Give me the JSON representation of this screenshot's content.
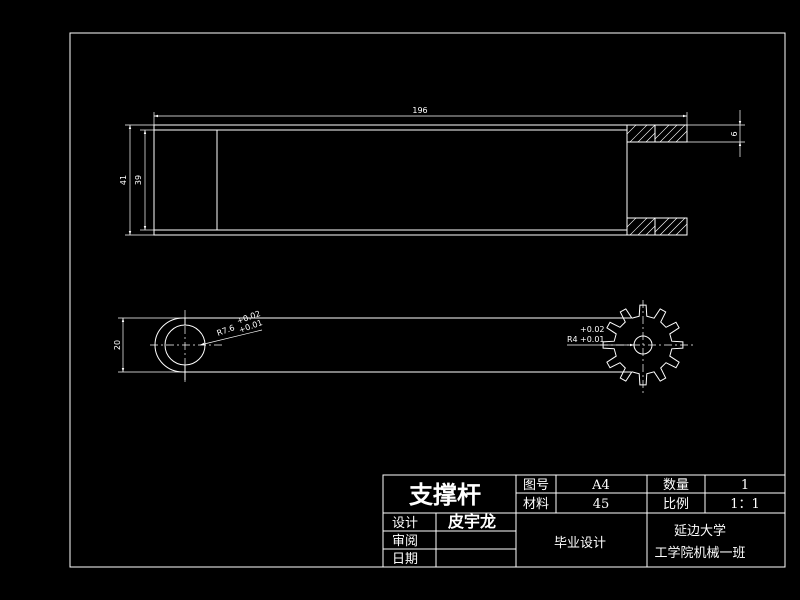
{
  "drawing": {
    "title": "支撑杆",
    "designer": "皮宇龙",
    "labels": {
      "drawing_no": "图号",
      "material": "材料",
      "quantity": "数量",
      "scale": "比例",
      "design": "设计",
      "review": "审阅",
      "date": "日期"
    },
    "values": {
      "drawing_no": "A4",
      "material": "45",
      "quantity": "1",
      "scale": "1：1"
    },
    "project": "毕业设计",
    "school_line1": "延边大学",
    "school_line2": "工学院机械一班"
  },
  "dimensions": {
    "length": "196",
    "outer_height": "41",
    "inner_height": "39",
    "slot": "6",
    "rod_width": "20",
    "arc_radius": "R7.6",
    "arc_tol_upper": "+0.02",
    "arc_tol_lower": "+0.01",
    "hole_radius": "R4",
    "hole_tol_upper": "+0.02",
    "hole_tol_lower": "+0.01"
  }
}
